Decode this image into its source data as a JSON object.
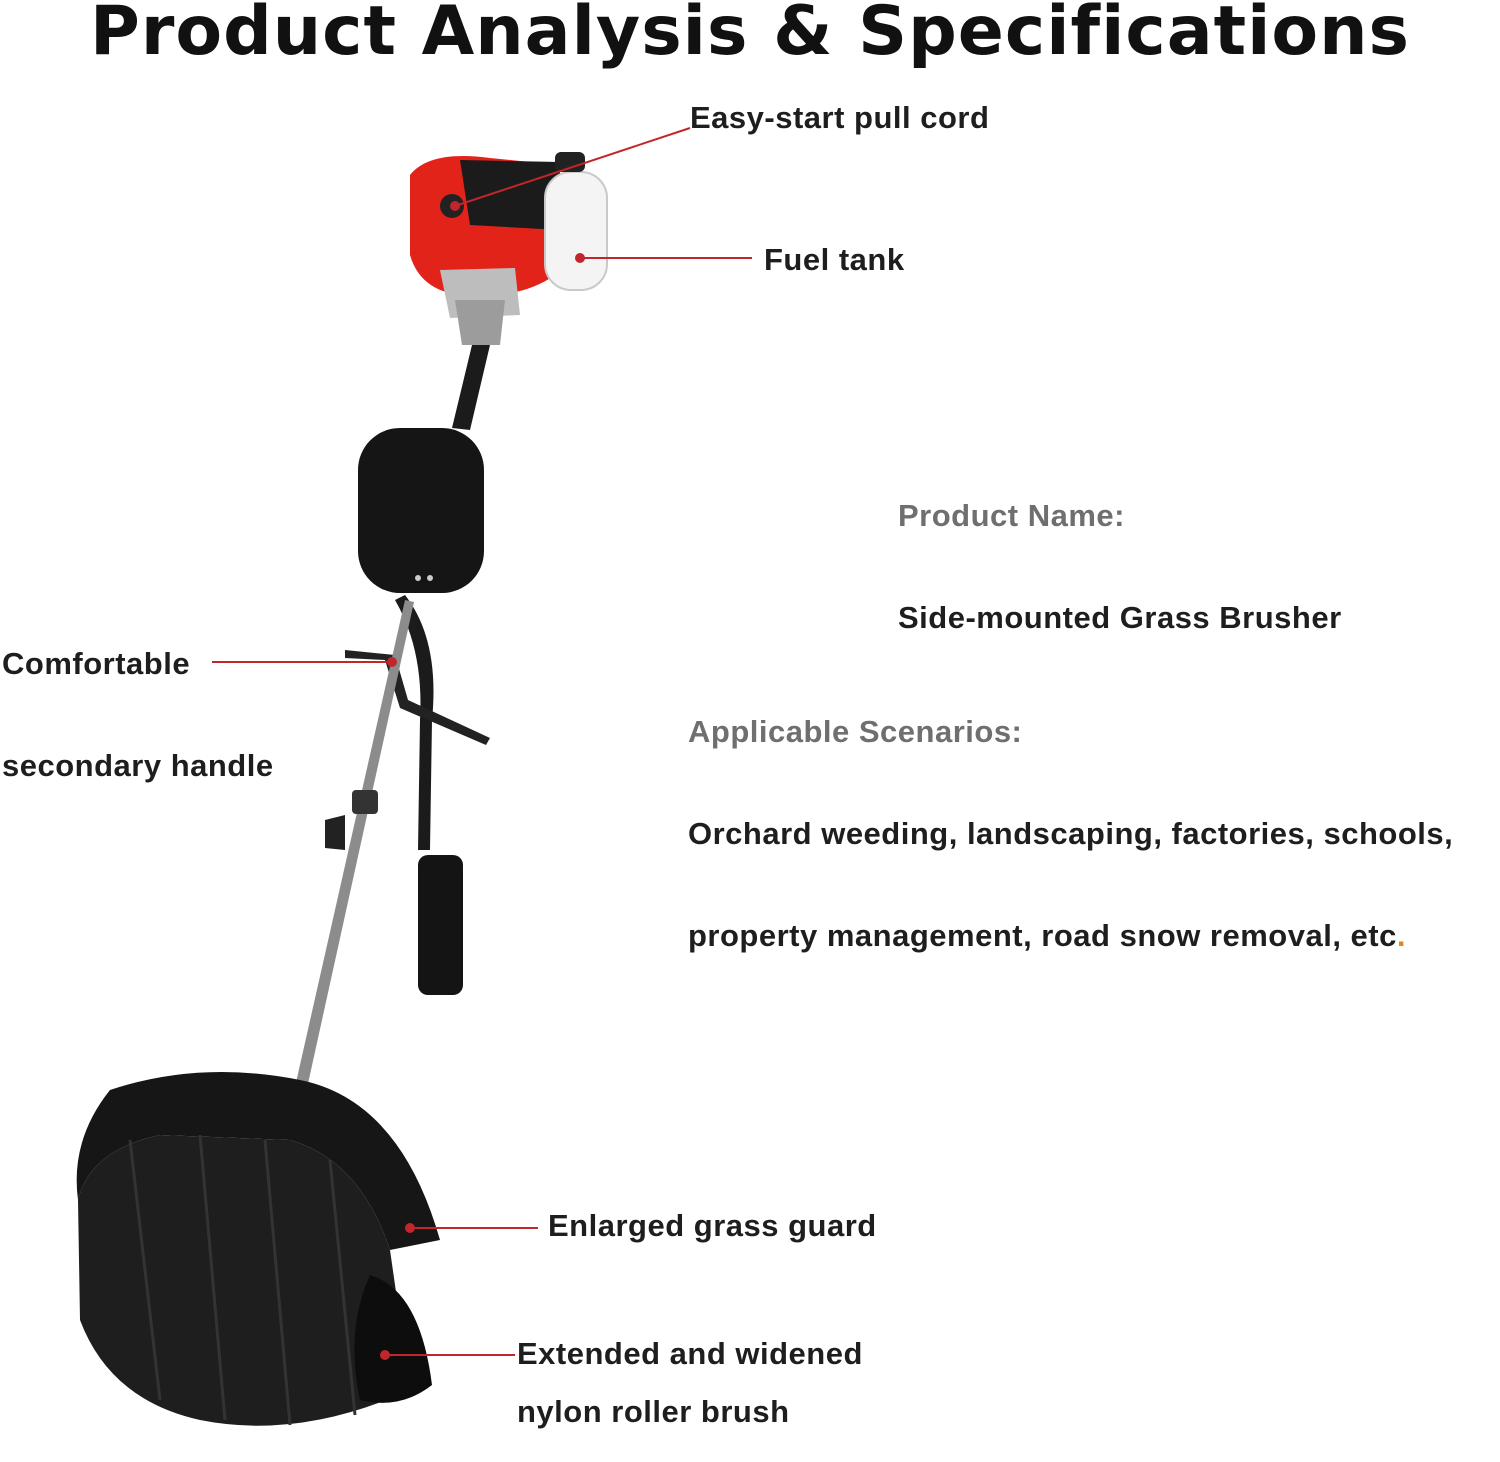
{
  "title": "Product Analysis & Specifications",
  "callouts": {
    "pull_cord": "Easy-start pull cord",
    "fuel_tank": "Fuel tank",
    "handle_line1": "Comfortable",
    "handle_line2": "secondary handle",
    "grass_guard": "Enlarged grass guard",
    "brush_line1": "Extended and widened",
    "brush_line2": "nylon roller brush"
  },
  "specs": {
    "name_heading": "Product Name:",
    "name_value": "Side-mounted Grass Brusher",
    "scenarios_heading": "Applicable Scenarios:",
    "scenarios_line1": "Orchard weeding, landscaping, factories, schools,",
    "scenarios_line2": "property management, road snow removal, etc",
    "scenarios_end": "."
  },
  "colors": {
    "accent_red": "#c0262b",
    "engine_red": "#e2231a",
    "heading_gray": "#6f6f6f",
    "period_orange": "#e08a1e"
  }
}
